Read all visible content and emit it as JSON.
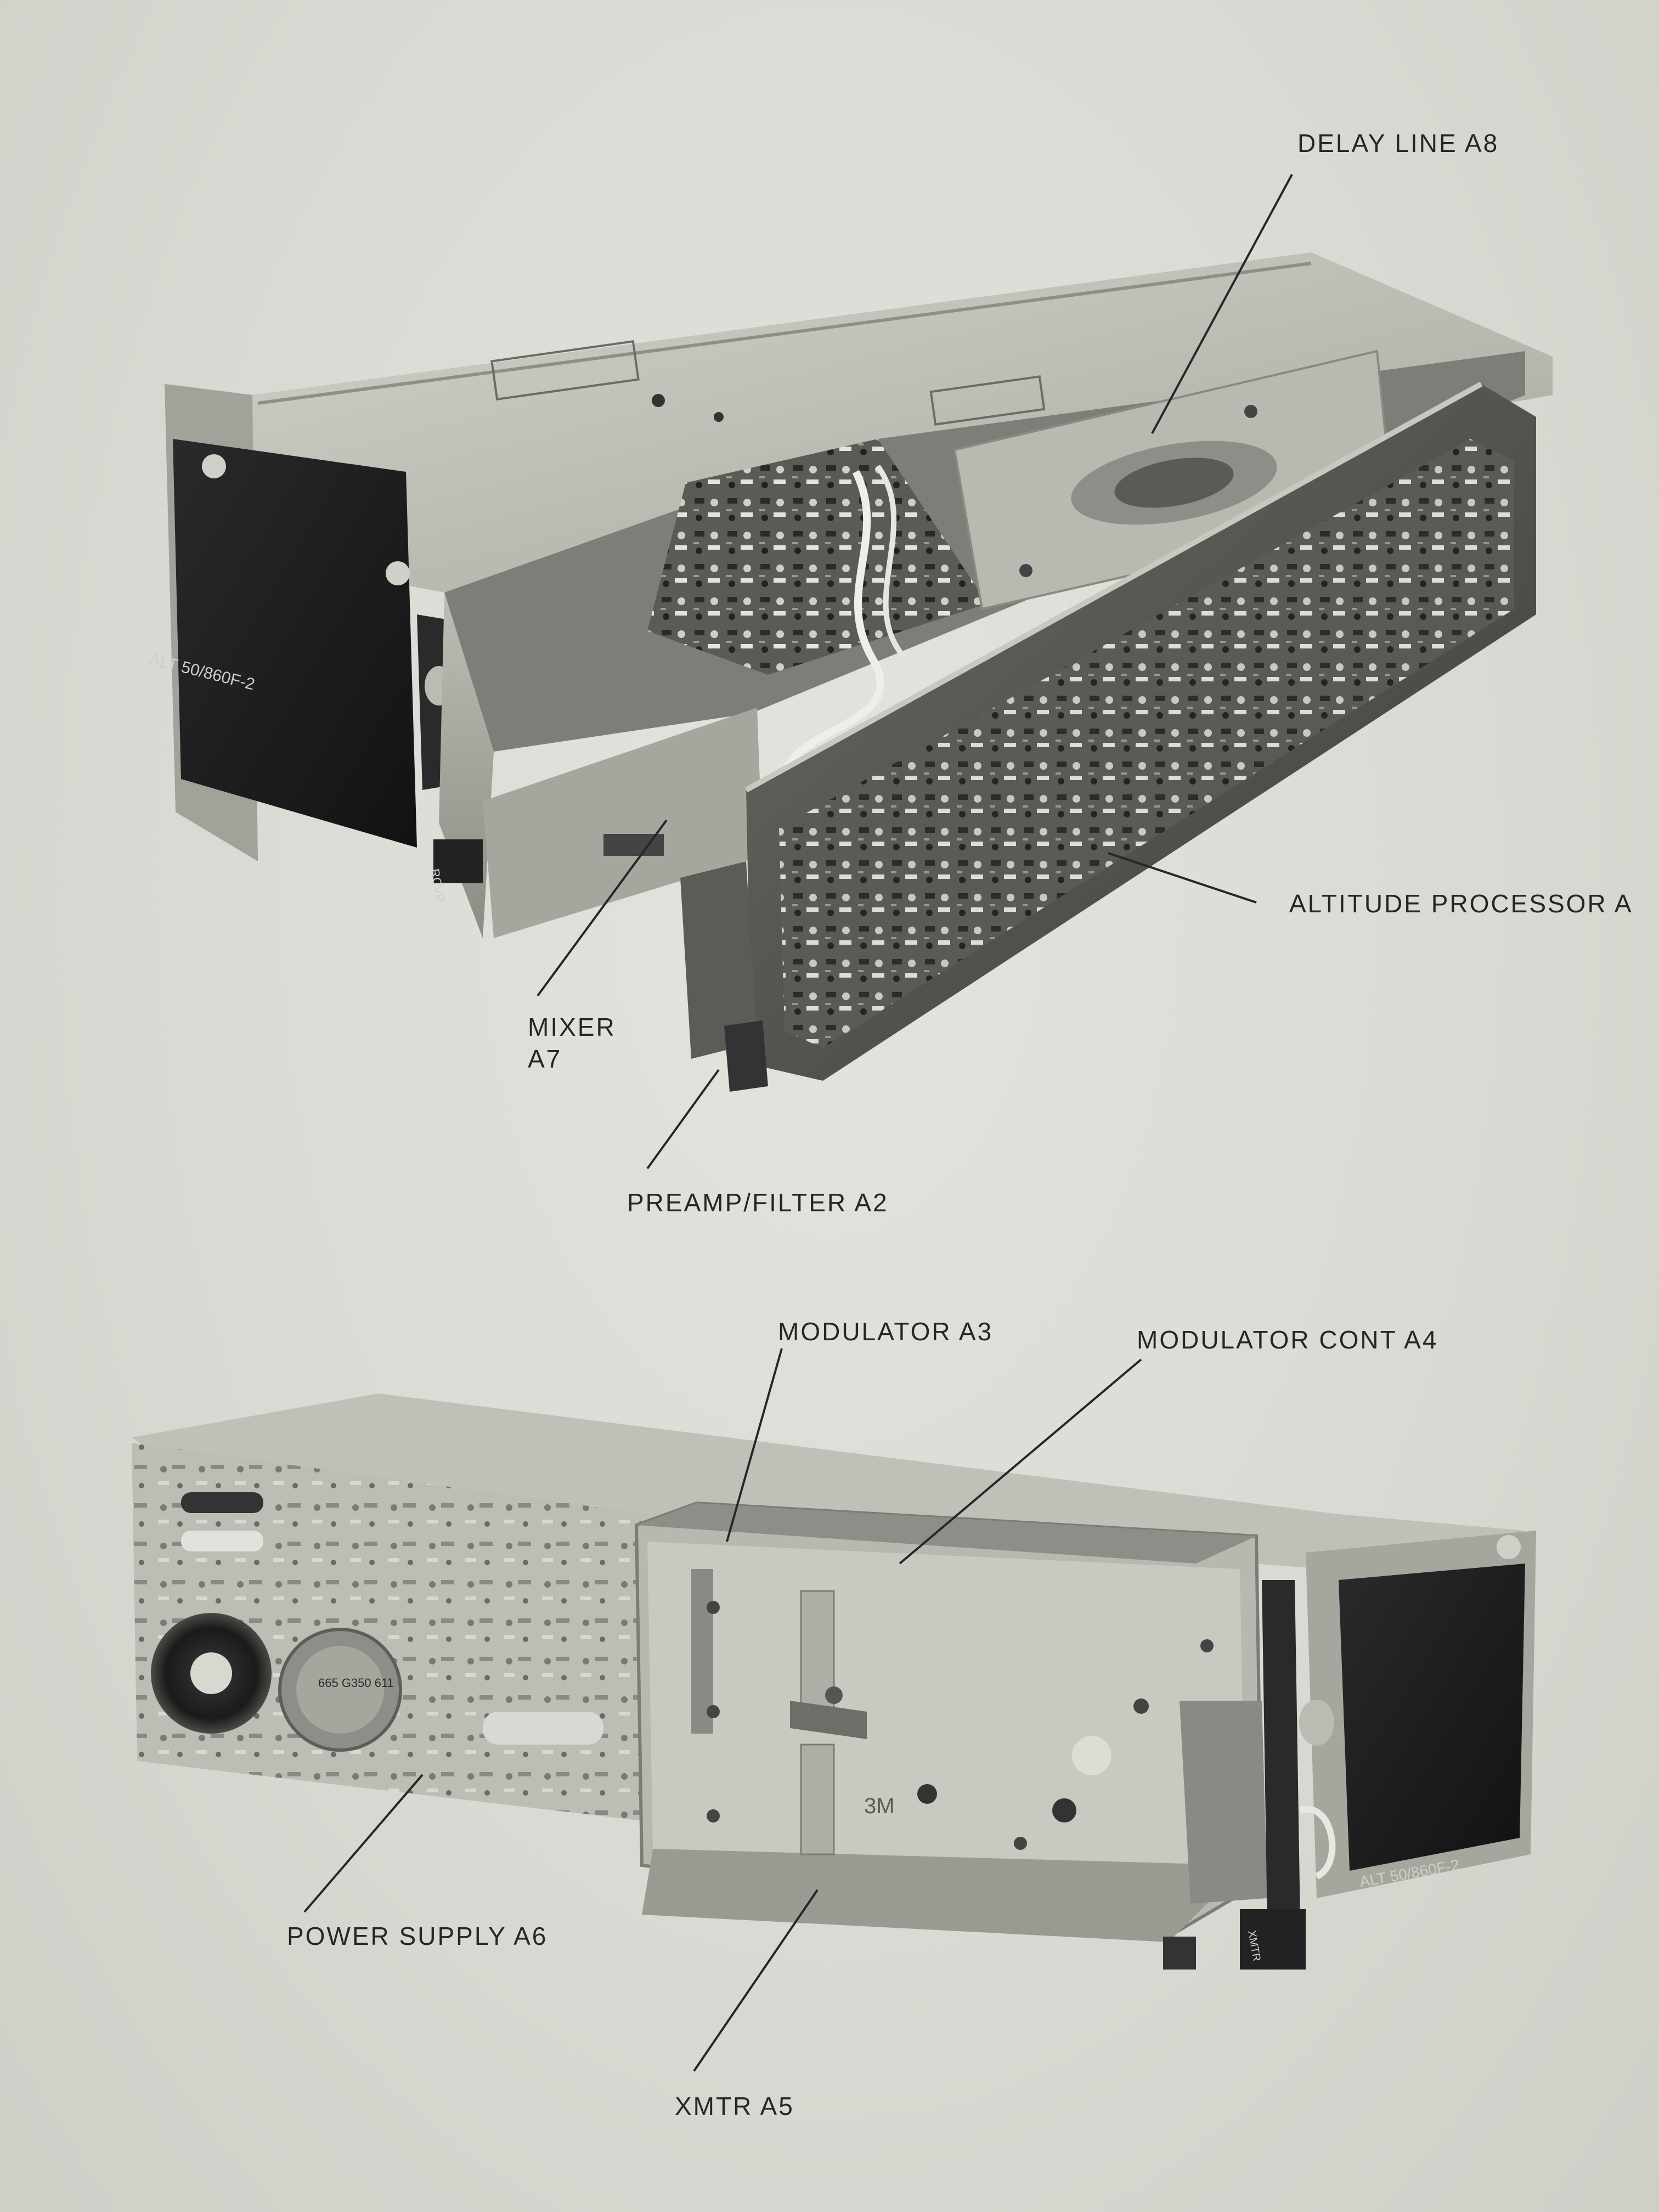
{
  "callouts": {
    "delay_line": "DELAY LINE A8",
    "altitude_processor": "ALTITUDE PROCESSOR A",
    "mixer_line1": "MIXER",
    "mixer_line2": "A7",
    "preamp_filter": "PREAMP/FILTER A2",
    "modulator": "MODULATOR A3",
    "modulator_cont": "MODULATOR CONT A4",
    "power_supply": "POWER SUPPLY A6",
    "xmtr": "XMTR A5"
  },
  "unit_labels": {
    "top_unit_plate": "ALT 50/860F-2",
    "top_unit_knob": "RCVR",
    "bottom_unit_plate": "ALT 50/860F-2",
    "bottom_unit_knob": "XMTR",
    "transformer_label": "665 G350 611",
    "xmtr_mark": "3M"
  },
  "colors": {
    "ink": "#262626",
    "metal_light": "#c9c9c1",
    "metal_mid": "#a9a9a2",
    "metal_dark": "#6e6e68",
    "panel_black": "#1e1e1e",
    "board": "#555550"
  }
}
